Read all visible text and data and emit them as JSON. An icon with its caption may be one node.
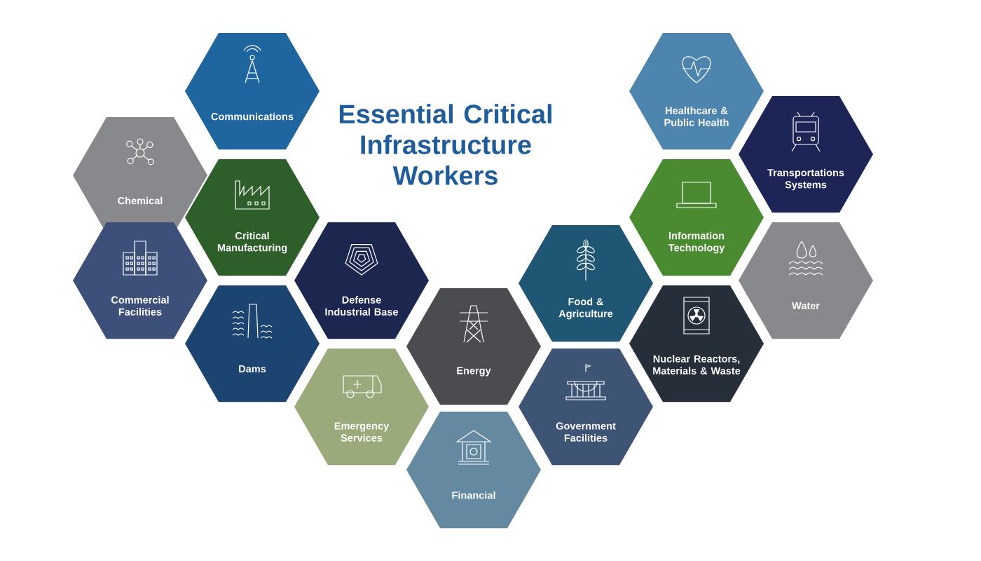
{
  "diagram": {
    "title": "Essential Critical Infrastructure Workers",
    "nodes": [
      {
        "text": [
          "Communications"
        ]
      },
      {
        "text": [
          "Chemical"
        ]
      },
      {
        "text": [
          "Critical Manufacturing"
        ]
      },
      {
        "text": [
          "Commercial Facilities"
        ]
      },
      {
        "text": [
          "Dams"
        ]
      },
      {
        "text": [
          "Defense Industrial Base"
        ]
      },
      {
        "text": [
          "Emergency Services"
        ]
      },
      {
        "text": [
          "Energy"
        ]
      },
      {
        "text": [
          "Financial"
        ]
      },
      {
        "text": [
          "Food & Agriculture"
        ]
      },
      {
        "text": [
          "Government Facilities"
        ]
      },
      {
        "text": [
          "Healthcare & Public Health"
        ]
      },
      {
        "text": [
          "Transportations Systems"
        ]
      },
      {
        "text": [
          "Information Technology"
        ]
      },
      {
        "text": [
          "Water"
        ]
      },
      {
        "text": [
          "Nuclear Reactors, Materials & Waste"
        ]
      }
    ],
    "edges": []
  }
}
